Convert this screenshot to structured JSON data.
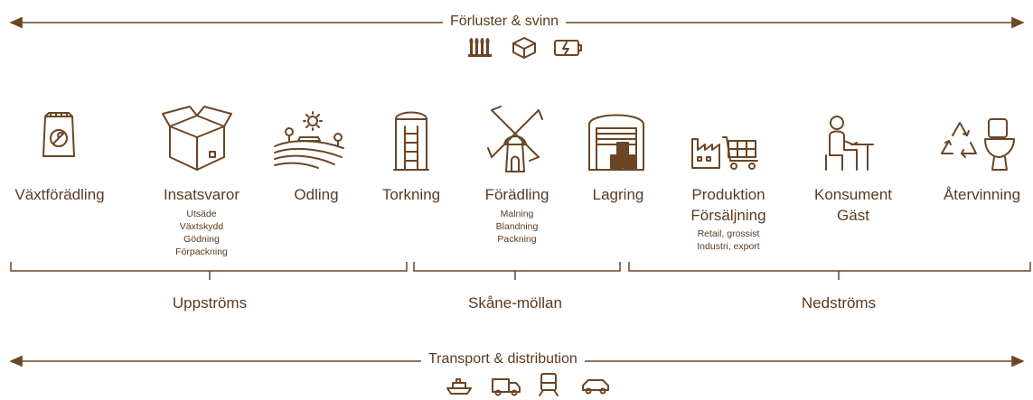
{
  "top": {
    "label": "Förluster & svinn",
    "icons": [
      "wheat-icon",
      "recycle-box-icon",
      "battery-icon"
    ]
  },
  "stages": [
    {
      "name": "Växtförädling",
      "details": [],
      "icon": "seed-bag-icon"
    },
    {
      "name": "Insatsvaror",
      "details": [
        "Utsäde",
        "Växtskydd",
        "Gödning",
        "Förpackning"
      ],
      "icon": "box-icon"
    },
    {
      "name": "Odling",
      "details": [],
      "icon": "field-icon"
    },
    {
      "name": "Torkning",
      "details": [],
      "icon": "silo-icon"
    },
    {
      "name": "Förädling",
      "details": [
        "Malning",
        "Blandning",
        "Packning"
      ],
      "icon": "windmill-icon"
    },
    {
      "name": "Lagring",
      "details": [],
      "icon": "warehouse-icon"
    },
    {
      "name": "Produktion",
      "name2": "Försäljning",
      "details": [
        "Retail, grossist",
        "Industri, export"
      ],
      "icon": "factory-cart-icon"
    },
    {
      "name": "Konsument",
      "name2": "Gäst",
      "details": [],
      "icon": "consumer-icon"
    },
    {
      "name": "Återvinning",
      "details": [],
      "icon": "recycle-toilet-icon"
    }
  ],
  "groups": [
    {
      "label": "Uppströms"
    },
    {
      "label": "Skåne-möllan"
    },
    {
      "label": "Nedströms"
    }
  ],
  "bottom": {
    "label": "Transport & distribution",
    "icons": [
      "ship-icon",
      "truck-icon",
      "train-icon",
      "car-icon"
    ]
  },
  "colors": {
    "brown": "#6b4524",
    "text": "#5b3a1f"
  }
}
